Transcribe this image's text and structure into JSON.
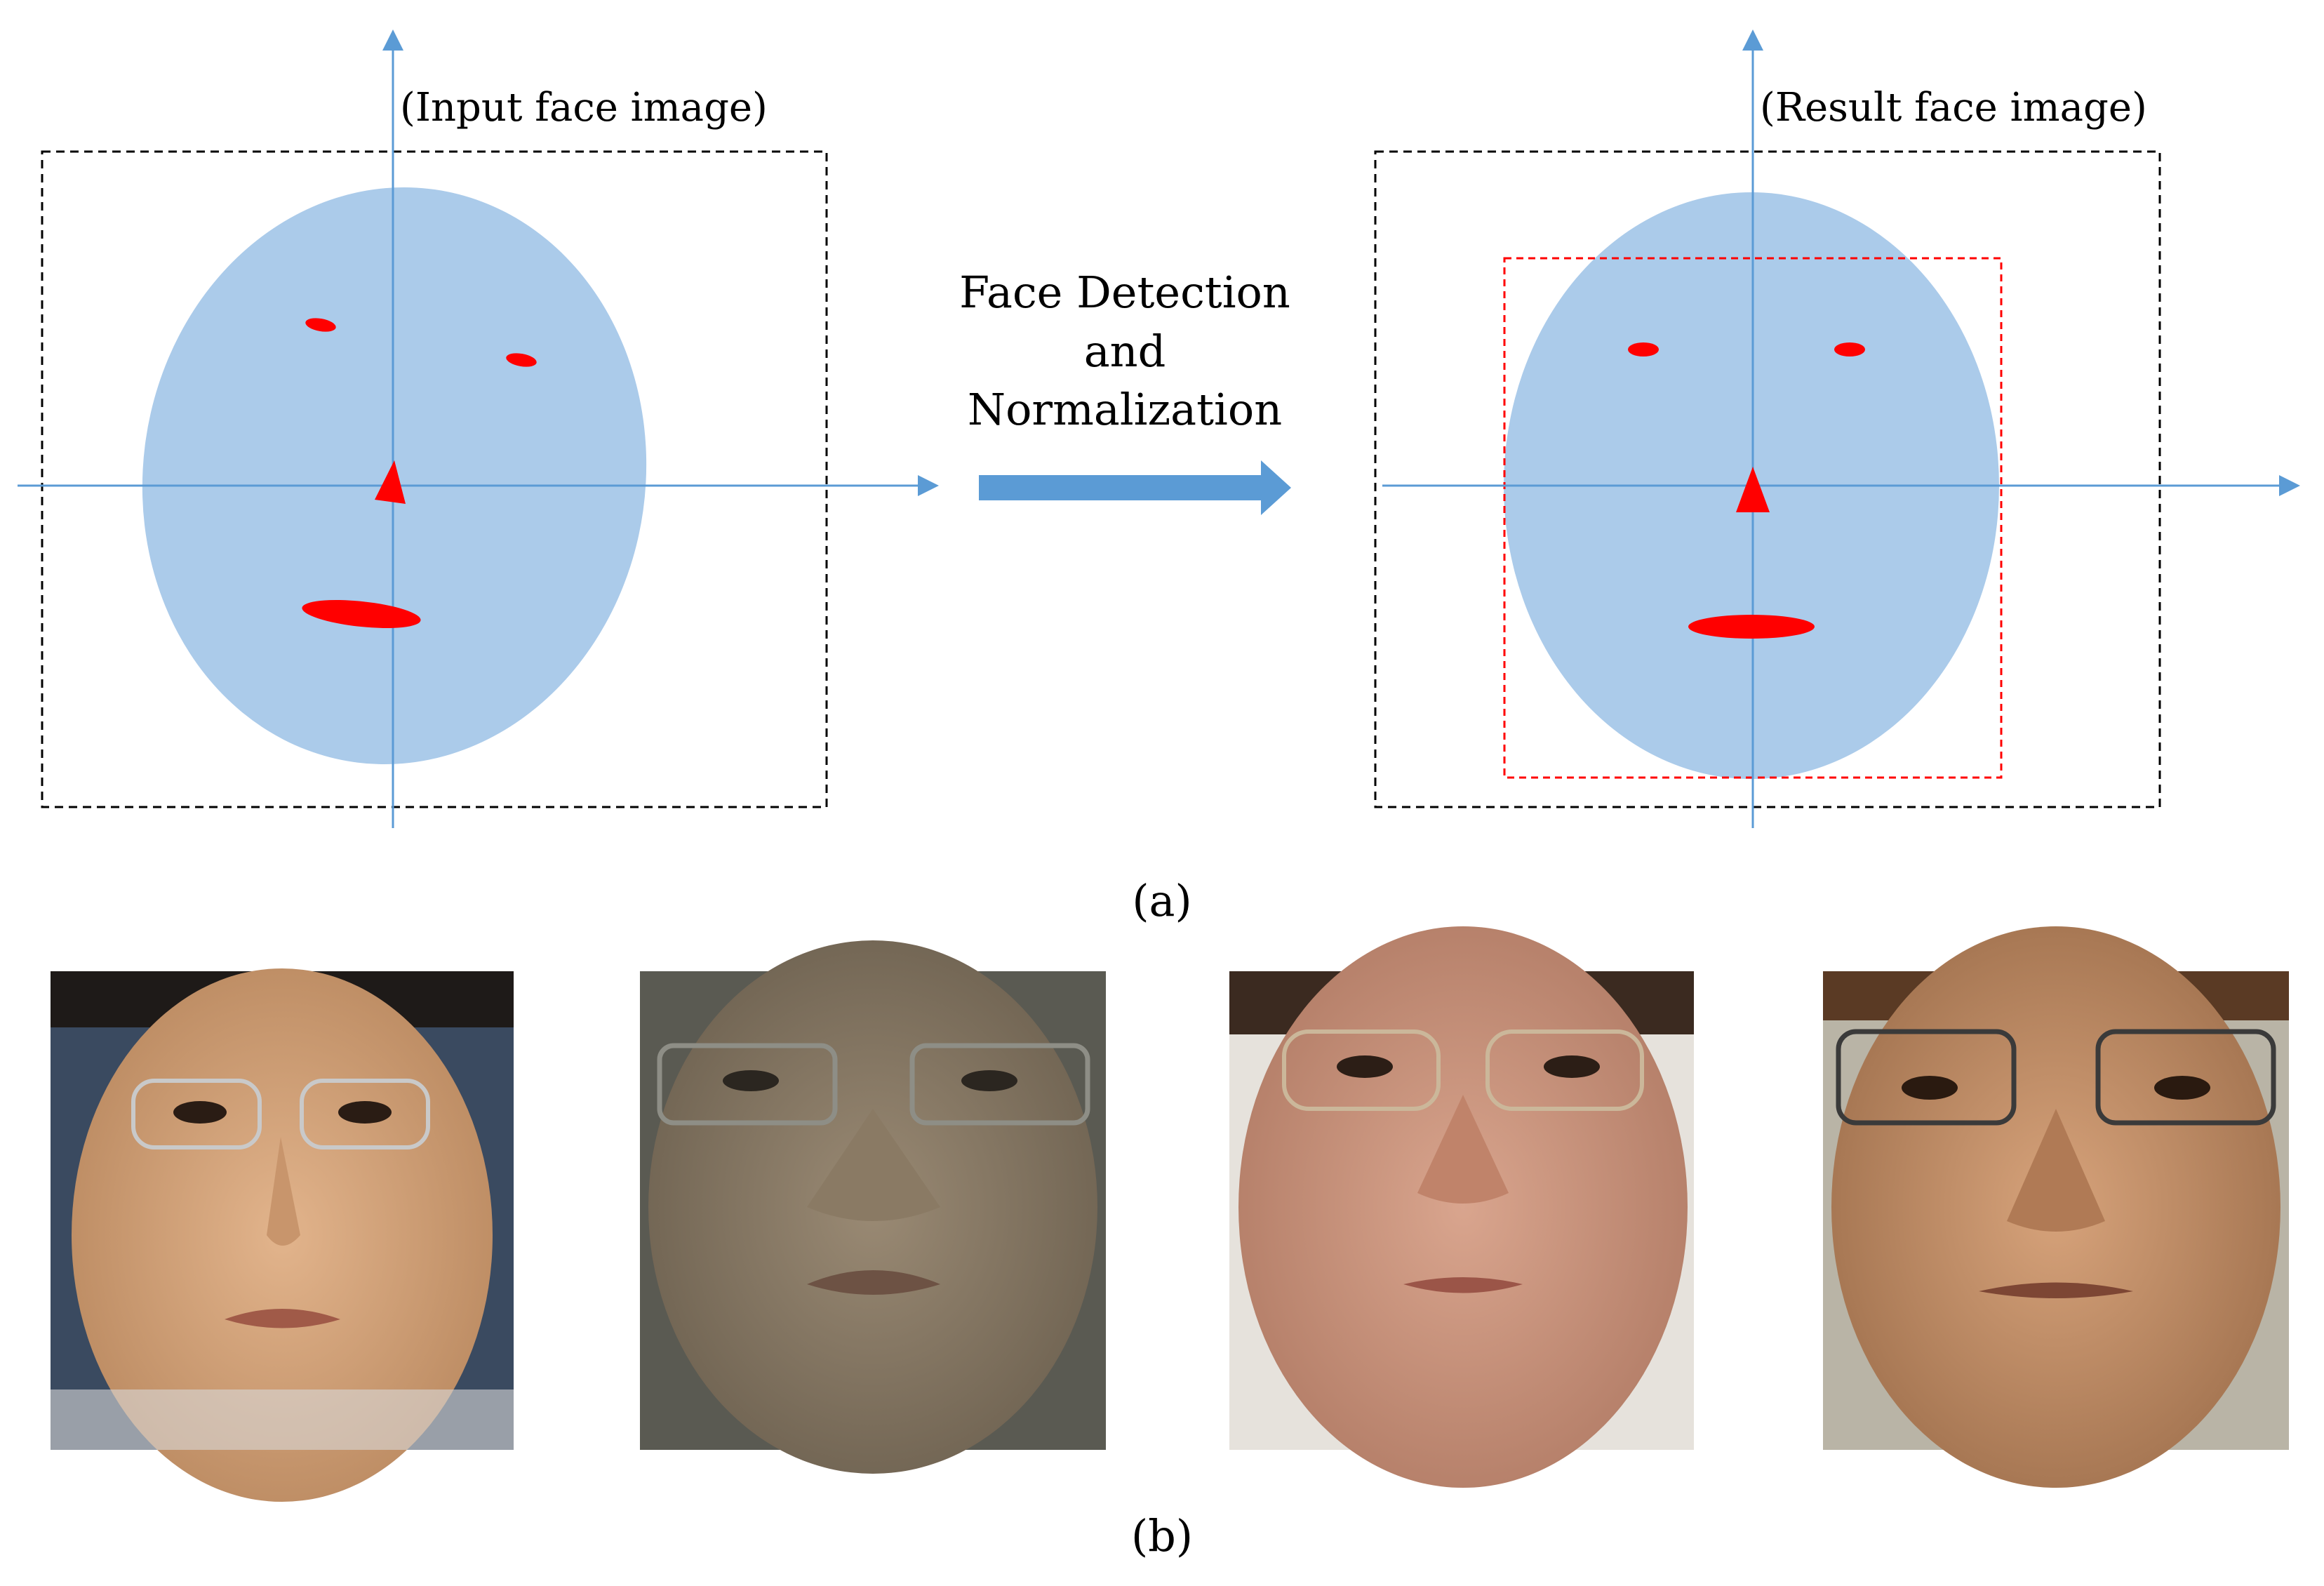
{
  "panel_a": {
    "left_caption": "(Input face image)",
    "right_caption": "(Result face image)",
    "arrow_label_lines": [
      "Face Detection",
      "and",
      "Normalization"
    ],
    "sublabel": "(a)"
  },
  "panel_b": {
    "sublabel": "(b)",
    "photos": [
      {
        "subject": "face-photo-1"
      },
      {
        "subject": "face-photo-2"
      },
      {
        "subject": "face-photo-3"
      },
      {
        "subject": "face-photo-4"
      }
    ]
  },
  "colors": {
    "face_fill": "#abcbea",
    "feature_red": "#ff0000",
    "axis_blue": "#5b9bd5",
    "arrow_blue": "#5b9bd5",
    "crop_box": "#ff0000",
    "frame_box": "#000000"
  }
}
